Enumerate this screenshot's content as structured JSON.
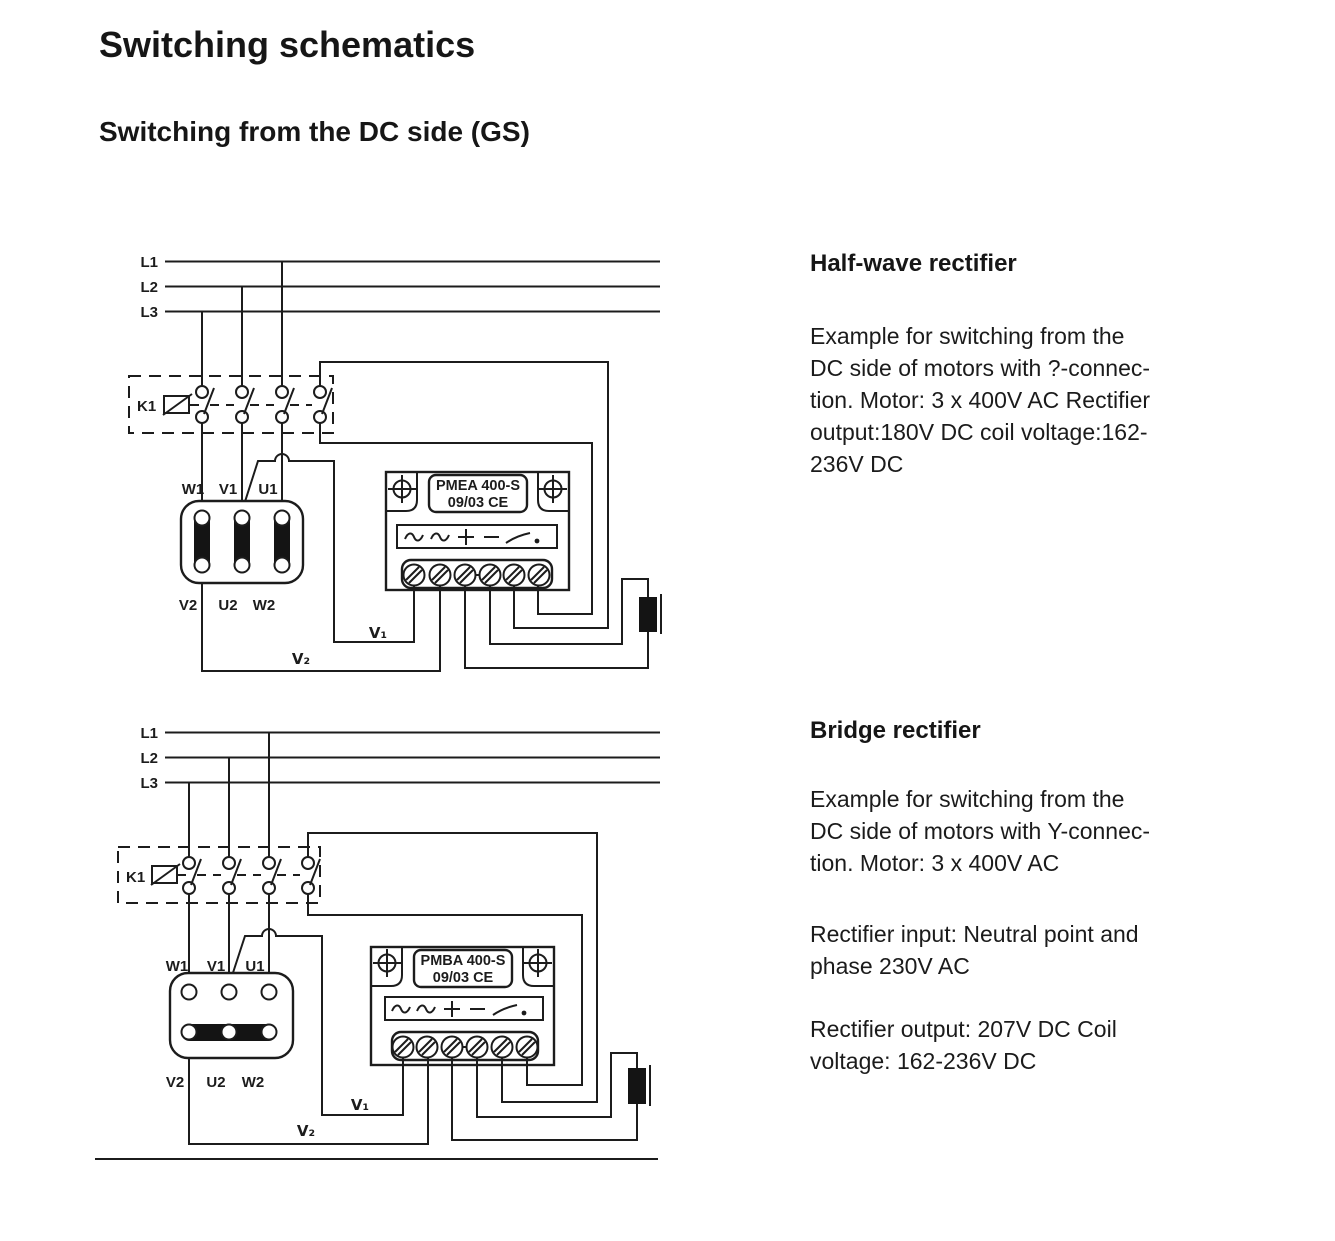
{
  "page": {
    "title": "Switching schematics",
    "subtitle": "Switching from the DC side (GS)"
  },
  "sections": {
    "half_wave": {
      "heading": "Half-wave rectifier",
      "body": [
        "Example for switching from the",
        "DC side of motors with ?-connec-",
        "tion. Motor: 3 x 400V AC Rectifier",
        "output:180V DC coil voltage:162-",
        "236V DC"
      ]
    },
    "bridge": {
      "heading": "Bridge rectifier",
      "para1": [
        "Example for switching from the",
        "DC side of motors with Y-connec-",
        "tion. Motor: 3 x 400V AC"
      ],
      "para2": [
        "Rectifier input: Neutral point and",
        "phase 230V AC"
      ],
      "para3": [
        "Rectifier output: 207V DC Coil",
        "voltage: 162-236V DC"
      ]
    }
  },
  "diagram1": {
    "bus_labels": {
      "l1": "L1",
      "l2": "L2",
      "l3": "L3"
    },
    "contactor_label": "K1",
    "motor_terminals_top": [
      "W1",
      "V1",
      "U1"
    ],
    "motor_terminals_bottom": [
      "V2",
      "U2",
      "W2"
    ],
    "device": {
      "line1": "PMEA 400-S",
      "line2": "09/03 CE"
    },
    "wire_labels": {
      "v1": "V₁",
      "v2": "V₂"
    }
  },
  "diagram2": {
    "bus_labels": {
      "l1": "L1",
      "l2": "L2",
      "l3": "L3"
    },
    "contactor_label": "K1",
    "motor_terminals_top": [
      "W1",
      "V1",
      "U1"
    ],
    "motor_terminals_bottom": [
      "V2",
      "U2",
      "W2"
    ],
    "device": {
      "line1": "PMBA 400-S",
      "line2": "09/03 CE"
    },
    "wire_labels": {
      "v1": "V₁",
      "v2": "V₂"
    }
  },
  "colors": {
    "ink": "#1c1c1c",
    "paper": "#ffffff"
  }
}
